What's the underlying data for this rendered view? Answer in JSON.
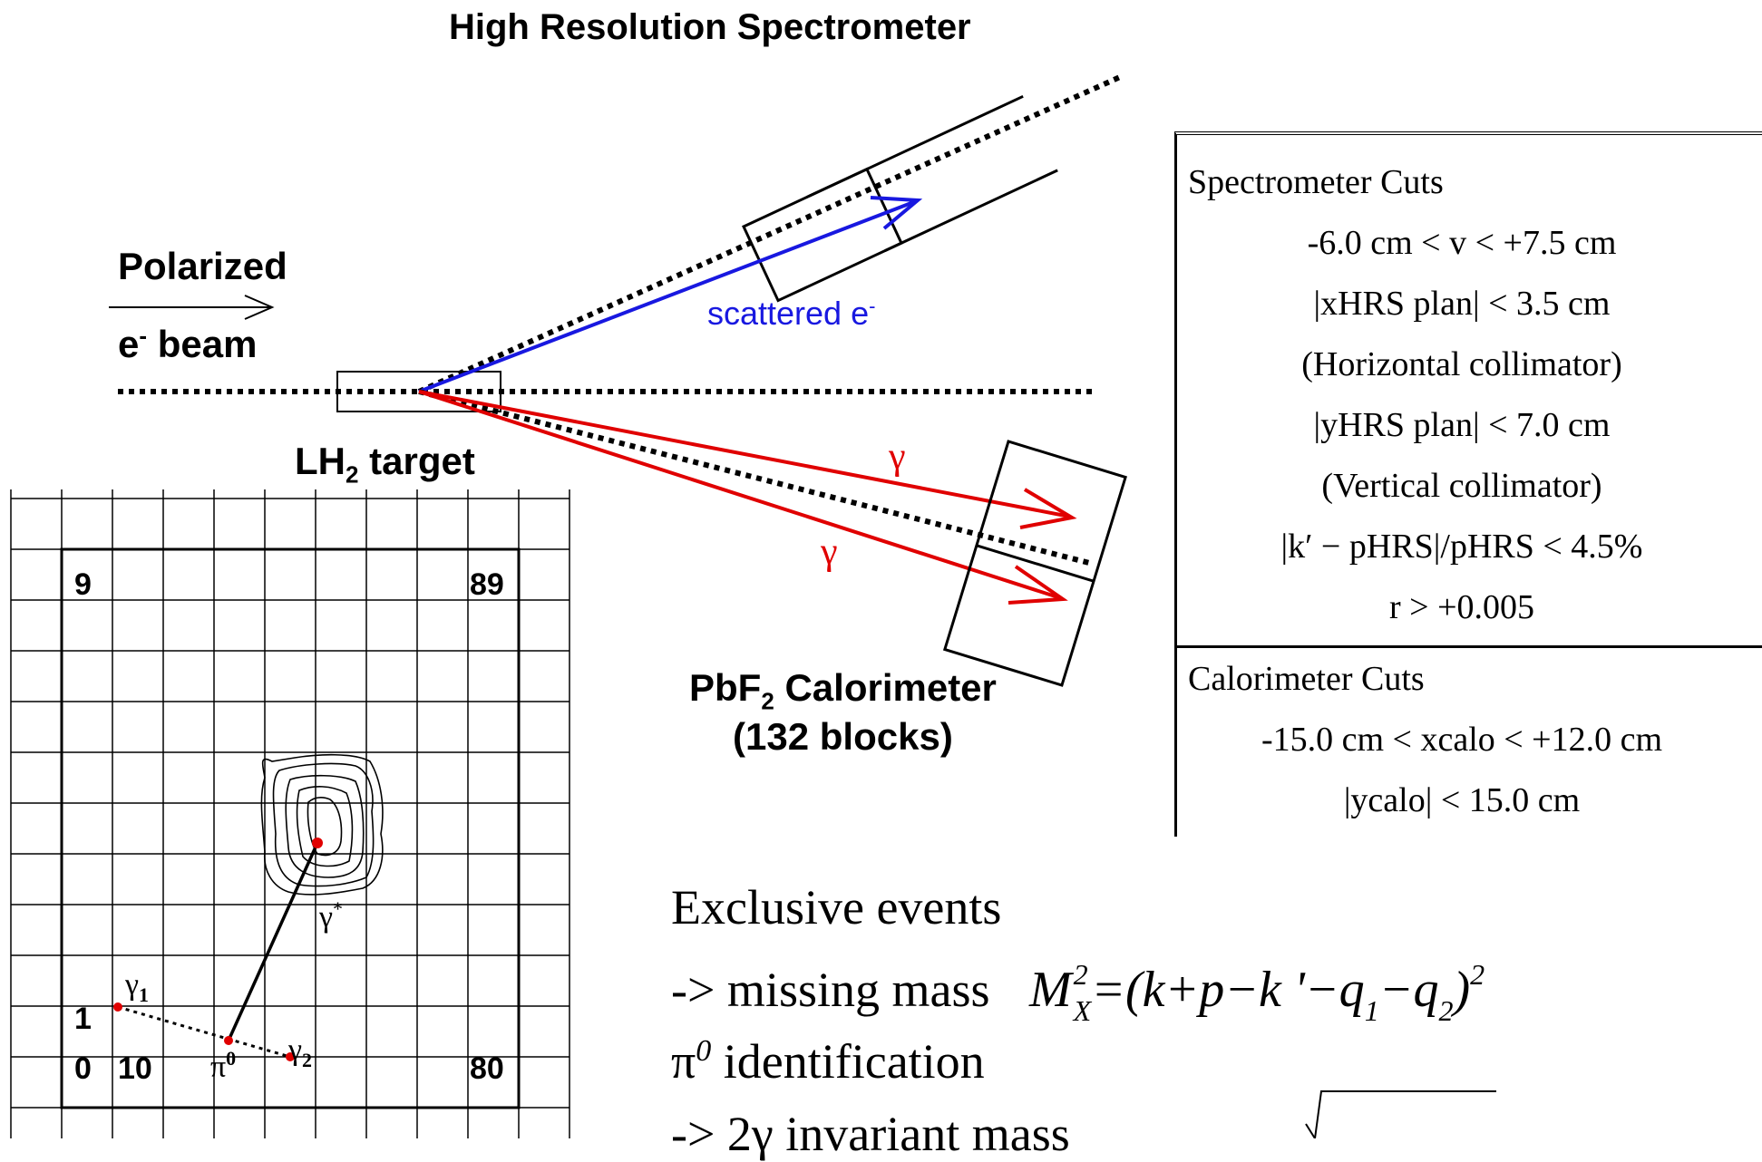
{
  "diagram": {
    "title": "High Resolution Spectrometer",
    "beam_label_1": "Polarized",
    "beam_label_2": "e",
    "beam_label_2_sup": "-",
    "beam_label_3": " beam",
    "target_label": "LH",
    "target_sub": "2",
    "target_rest": " target",
    "scattered_label": "scattered e",
    "scattered_sup": "-",
    "gamma_symbol": "γ",
    "calo_line1_a": "PbF",
    "calo_line1_sub": "2",
    "calo_line1_b": " Calorimeter",
    "calo_line2": "(132 blocks)",
    "colors": {
      "electron": "#1818e0",
      "photon": "#e00000"
    }
  },
  "cuts_table": {
    "spectrometer_header": "Spectrometer Cuts",
    "spectrometer_rows": [
      "-6.0 cm < v < +7.5 cm",
      "|xHRS plan| < 3.5 cm",
      "(Horizontal collimator)",
      "|yHRS plan| < 7.0 cm",
      "(Vertical collimator)",
      "|k′ − pHRS|/pHRS < 4.5%",
      "r > +0.005"
    ],
    "calorimeter_header": "Calorimeter Cuts",
    "calorimeter_rows": [
      "-15.0 cm < xcalo < +12.0 cm",
      "|ycalo| < 15.0 cm"
    ]
  },
  "calo_grid": {
    "numbers": [
      "9",
      "89",
      "1",
      "0",
      "10",
      "80"
    ],
    "gamma1": "γ",
    "gamma1_sub": "1",
    "gamma2": "γ",
    "gamma2_sub": "2",
    "gamma_star": "γ",
    "gamma_star_sup": "*",
    "pi0": "π",
    "pi0_sup": "0"
  },
  "text": {
    "line1": "Exclusive events",
    "line2": "-> missing mass",
    "formula_lhs": "M",
    "formula_lhs_sup": "2",
    "formula_lhs_sub": "X",
    "formula_rhs": "=(k+p−k '−q",
    "formula_q1": "1",
    "formula_mid": "−q",
    "formula_q2": "2",
    "formula_end": ")",
    "formula_end_sup": "2",
    "line3_sym": "π",
    "line3_sup": "0",
    "line3": " identification",
    "line4": "-> 2γ invariant mass"
  }
}
